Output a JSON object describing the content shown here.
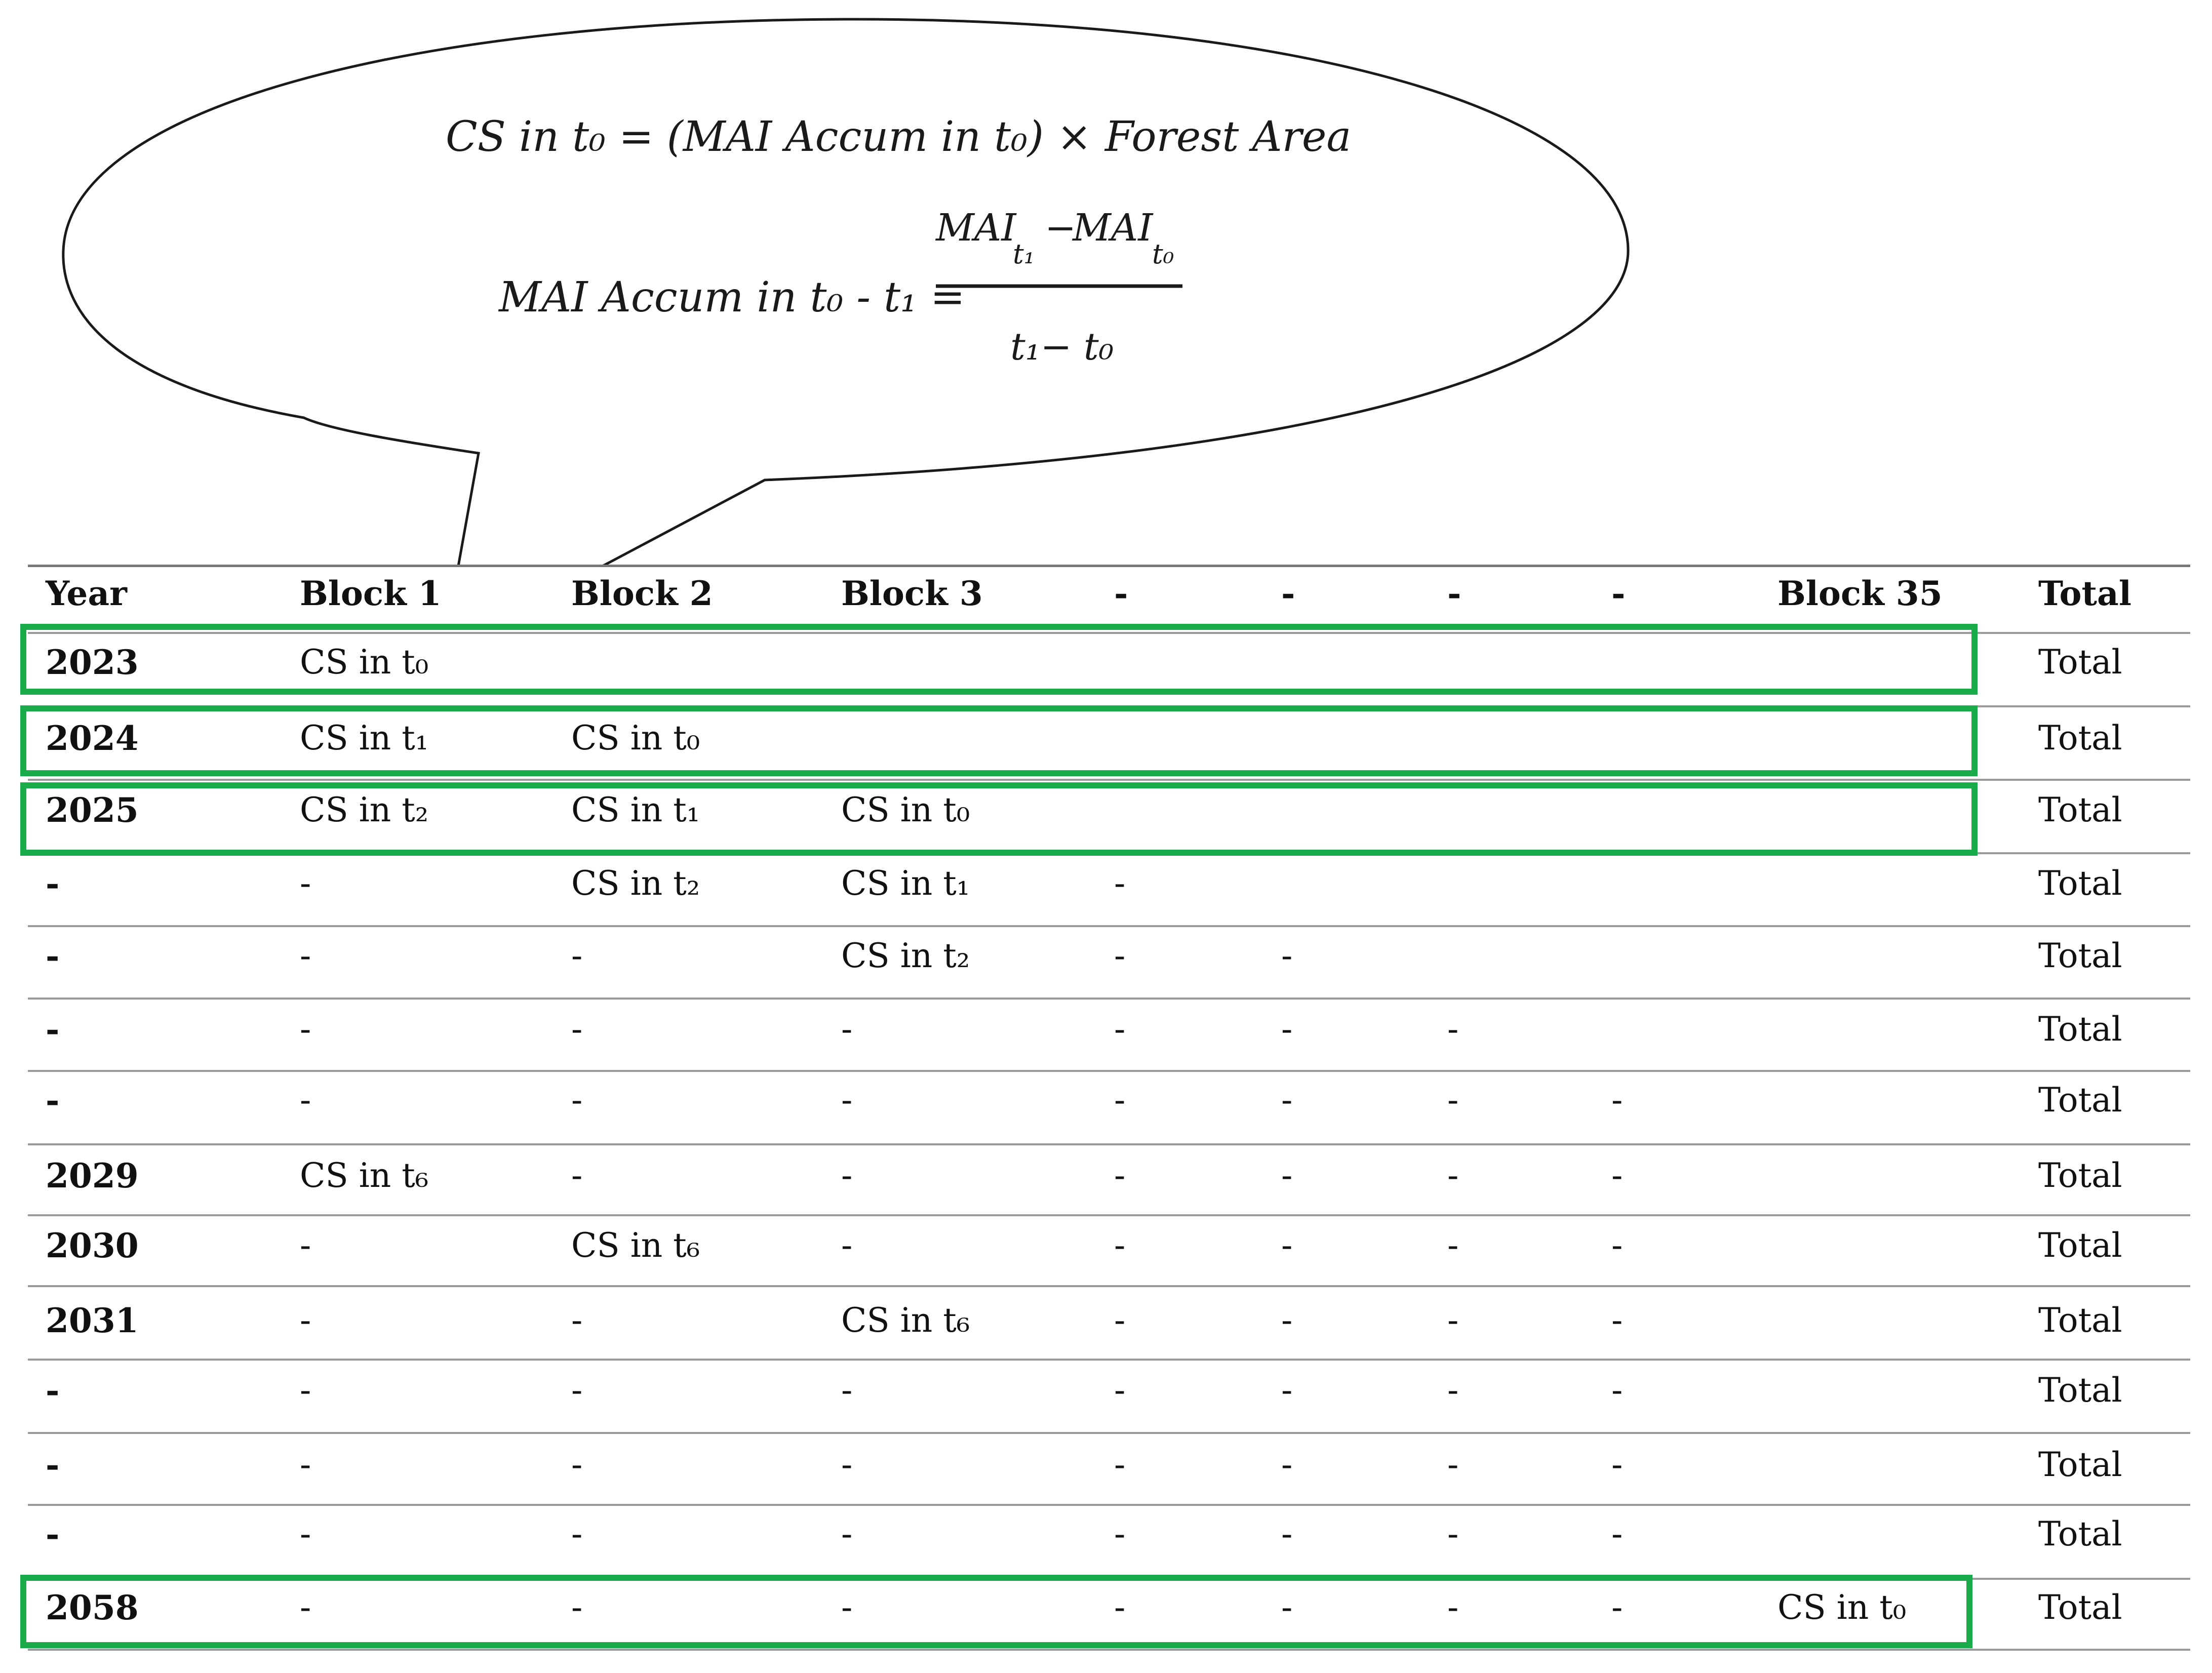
{
  "callout": {
    "formula_cs": "CS in t₀ = (MAI Accum in t₀) × Forest Area",
    "formula_mai_left": "MAI Accum in t₀ - t₁ =",
    "numerator": "MAI",
    "numerator_sub1": "t₁",
    "minus": "−",
    "numerator_sub0": "t₀",
    "denominator": "t₁− t₀"
  },
  "table": {
    "headers": [
      "Year",
      "Block 1",
      "Block 2",
      "Block 3",
      "-",
      "-",
      "-",
      "-",
      "Block 35",
      "Total"
    ],
    "rows": [
      [
        "2023",
        "CS in t₀",
        "",
        "",
        "",
        "",
        "",
        "",
        "",
        "Total"
      ],
      [
        "2024",
        "CS in t₁",
        "CS in t₀",
        "",
        "",
        "",
        "",
        "",
        "",
        "Total"
      ],
      [
        "2025",
        "CS in t₂",
        "CS in t₁",
        "CS in t₀",
        "",
        "",
        "",
        "",
        "",
        "Total"
      ],
      [
        "-",
        "-",
        "CS in t₂",
        "CS in t₁",
        "-",
        "",
        "",
        "",
        "",
        "Total"
      ],
      [
        "-",
        "-",
        "-",
        "CS in t₂",
        "-",
        "-",
        "",
        "",
        "",
        "Total"
      ],
      [
        "-",
        "-",
        "-",
        "-",
        "-",
        "-",
        "-",
        "",
        "",
        "Total"
      ],
      [
        "-",
        "-",
        "-",
        "-",
        "-",
        "-",
        "-",
        "-",
        "",
        "Total"
      ],
      [
        "2029",
        "CS in t₆",
        "-",
        "-",
        "-",
        "-",
        "-",
        "-",
        "",
        "Total"
      ],
      [
        "2030",
        "-",
        "CS in t₆",
        "-",
        "-",
        "-",
        "-",
        "-",
        "",
        "Total"
      ],
      [
        "2031",
        "-",
        "-",
        "CS in t₆",
        "-",
        "-",
        "-",
        "-",
        "",
        "Total"
      ],
      [
        "-",
        "-",
        "-",
        "-",
        "-",
        "-",
        "-",
        "-",
        "",
        "Total"
      ],
      [
        "-",
        "-",
        "-",
        "-",
        "-",
        "-",
        "-",
        "-",
        "",
        "Total"
      ],
      [
        "-",
        "-",
        "-",
        "-",
        "-",
        "-",
        "-",
        "-",
        "",
        "Total"
      ],
      [
        "2058",
        "-",
        "-",
        "-",
        "-",
        "-",
        "-",
        "-",
        "CS in t₀",
        "Total"
      ]
    ],
    "highlighted_rows": [
      0,
      1,
      2,
      13
    ],
    "highlight_color": "#1aab4b"
  }
}
